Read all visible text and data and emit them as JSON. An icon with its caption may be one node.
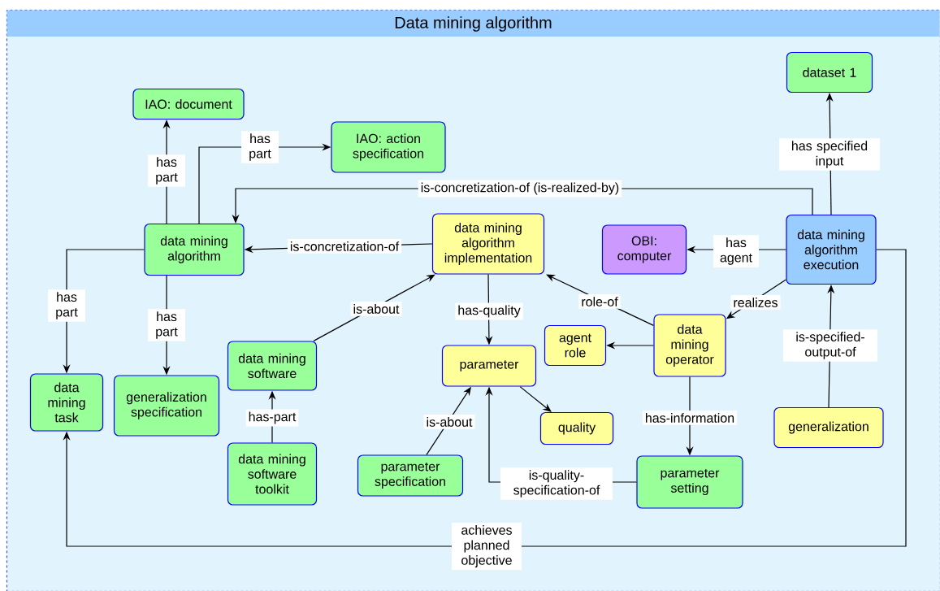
{
  "diagram": {
    "nodes": [
      {
        "text": [
          "Data mining algorithm"
        ]
      },
      {
        "text": [
          "IAO: document"
        ],
        "in": 0
      },
      {
        "text": [
          "IAO: action specification"
        ],
        "in": 0
      },
      {
        "text": [
          "dataset 1"
        ],
        "in": 0
      },
      {
        "text": [
          "data mining algorithm"
        ],
        "in": 0
      },
      {
        "text": [
          "data mining algorithm implementation"
        ],
        "in": 0
      },
      {
        "text": [
          "OBI: computer"
        ],
        "in": 0
      },
      {
        "text": [
          "data mining algorithm execution"
        ],
        "in": 0
      },
      {
        "text": [
          "data mining task"
        ],
        "in": 0
      },
      {
        "text": [
          "generalization specification"
        ],
        "in": 0
      },
      {
        "text": [
          "data mining software"
        ],
        "in": 0
      },
      {
        "text": [
          "parameter"
        ],
        "in": 0
      },
      {
        "text": [
          "agent role"
        ],
        "in": 0
      },
      {
        "text": [
          "data mining operator"
        ],
        "in": 0
      },
      {
        "text": [
          "quality"
        ],
        "in": 0
      },
      {
        "text": [
          "generalization"
        ],
        "in": 0
      },
      {
        "text": [
          "data mining software toolkit"
        ],
        "in": 0
      },
      {
        "text": [
          "parameter specification"
        ],
        "in": 0
      },
      {
        "text": [
          "parameter setting"
        ],
        "in": 0
      }
    ],
    "edges": [
      {
        "from": 4,
        "to": 1,
        "arrow": "to",
        "label": "has part"
      },
      {
        "from": 4,
        "to": 2,
        "arrow": "to",
        "label": "has part"
      },
      {
        "from": 7,
        "to": 3,
        "arrow": "to",
        "label": "has specified input"
      },
      {
        "from": 7,
        "to": 4,
        "arrow": "to",
        "label": "is-concretization-of (is-realized-by)"
      },
      {
        "from": 5,
        "to": 4,
        "arrow": "to",
        "label": "is-concretization-of"
      },
      {
        "from": 7,
        "to": 6,
        "arrow": "to",
        "label": "has agent"
      },
      {
        "from": 4,
        "to": 8,
        "arrow": "to",
        "label": "has part"
      },
      {
        "from": 4,
        "to": 9,
        "arrow": "to",
        "label": "has part"
      },
      {
        "from": 10,
        "to": 5,
        "arrow": "to",
        "label": "is-about"
      },
      {
        "from": 5,
        "to": 11,
        "arrow": "to",
        "label": "has-quality"
      },
      {
        "from": 13,
        "to": 5,
        "arrow": "to",
        "label": "role-of"
      },
      {
        "from": 7,
        "to": 13,
        "arrow": "to",
        "label": "realizes"
      },
      {
        "from": 13,
        "to": 12,
        "arrow": "to"
      },
      {
        "from": 15,
        "to": 7,
        "arrow": "to",
        "label": "is-specified-output-of"
      },
      {
        "from": 16,
        "to": 10,
        "arrow": "to",
        "label": "has-part"
      },
      {
        "from": 11,
        "to": 14,
        "arrow": "to"
      },
      {
        "from": 17,
        "to": 11,
        "arrow": "to",
        "label": "is-about"
      },
      {
        "from": 13,
        "to": 18,
        "arrow": "to",
        "label": "has-information"
      },
      {
        "from": 18,
        "to": 11,
        "arrow": "to",
        "label": "is-quality-specification-of"
      },
      {
        "from": 7,
        "to": 8,
        "arrow": "to",
        "label": "achieves planned objective"
      }
    ]
  }
}
